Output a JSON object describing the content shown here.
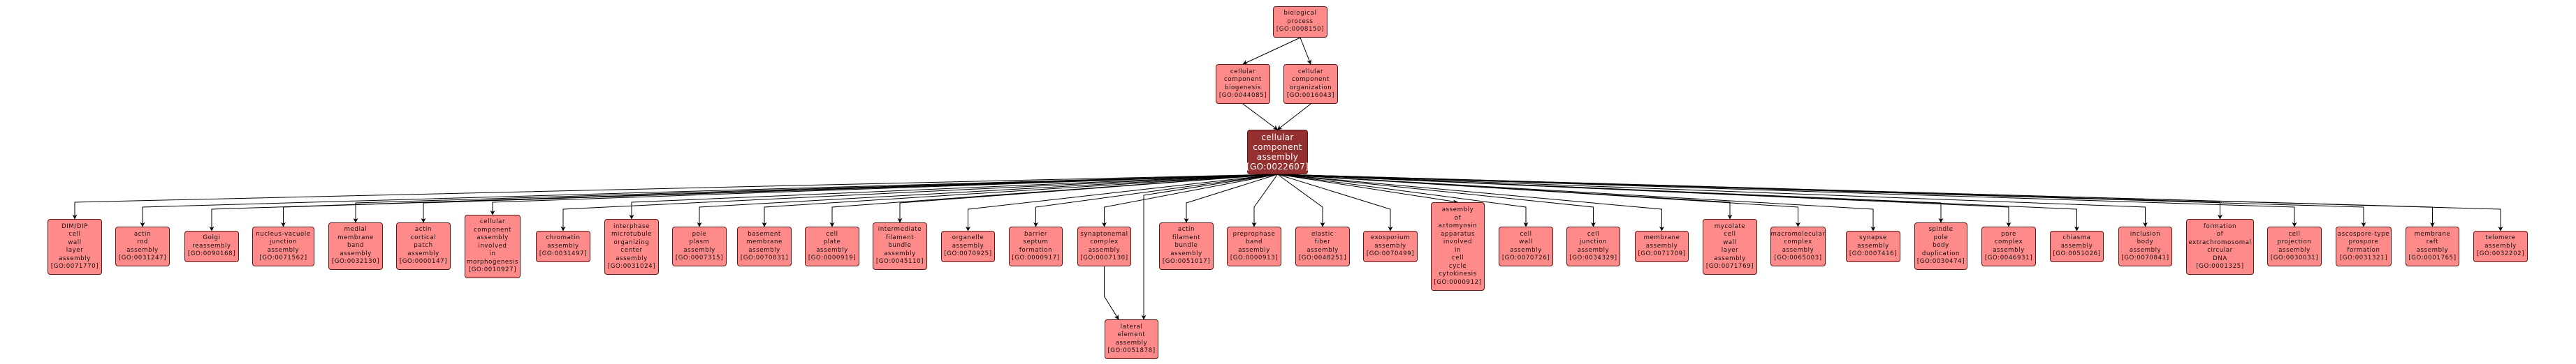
{
  "diagram": {
    "type": "GO term ancestor/descendant graph",
    "colors": {
      "node_fill": "#ff8a8a",
      "focus_fill": "#953030",
      "border": "#5a1a1a",
      "edge": "#000000"
    },
    "nodes": [
      {
        "id": "GO:0008150",
        "label": [
          "biological",
          "process"
        ],
        "focus": false
      },
      {
        "id": "GO:0044085",
        "label": [
          "cellular",
          "component",
          "biogenesis"
        ],
        "focus": false
      },
      {
        "id": "GO:0016043",
        "label": [
          "cellular",
          "component",
          "organization"
        ],
        "focus": false
      },
      {
        "id": "GO:0022607",
        "label": [
          "cellular",
          "component",
          "assembly"
        ],
        "focus": true
      },
      {
        "id": "GO:0071770",
        "label": [
          "DIM/DIP",
          "cell",
          "wall",
          "layer",
          "assembly"
        ]
      },
      {
        "id": "GO:0031247",
        "label": [
          "actin",
          "rod",
          "assembly"
        ]
      },
      {
        "id": "GO:0090168",
        "label": [
          "Golgi",
          "reassembly"
        ]
      },
      {
        "id": "GO:0071562",
        "label": [
          "nucleus-vacuole",
          "junction",
          "assembly"
        ]
      },
      {
        "id": "GO:0032130",
        "label": [
          "medial",
          "membrane",
          "band",
          "assembly"
        ]
      },
      {
        "id": "GO:0000147",
        "label": [
          "actin",
          "cortical",
          "patch",
          "assembly"
        ]
      },
      {
        "id": "GO:0010927",
        "label": [
          "cellular",
          "component",
          "assembly",
          "involved",
          "in",
          "morphogenesis"
        ]
      },
      {
        "id": "GO:0031497",
        "label": [
          "chromatin",
          "assembly"
        ]
      },
      {
        "id": "GO:0031024",
        "label": [
          "interphase",
          "microtubule",
          "organizing",
          "center",
          "assembly"
        ]
      },
      {
        "id": "GO:0007315",
        "label": [
          "pole",
          "plasm",
          "assembly"
        ]
      },
      {
        "id": "GO:0070831",
        "label": [
          "basement",
          "membrane",
          "assembly"
        ]
      },
      {
        "id": "GO:0000919",
        "label": [
          "cell",
          "plate",
          "assembly"
        ]
      },
      {
        "id": "GO:0045110",
        "label": [
          "intermediate",
          "filament",
          "bundle",
          "assembly"
        ]
      },
      {
        "id": "GO:0070925",
        "label": [
          "organelle",
          "assembly"
        ]
      },
      {
        "id": "GO:0000917",
        "label": [
          "barrier",
          "septum",
          "formation"
        ]
      },
      {
        "id": "GO:0007130",
        "label": [
          "synaptonemal",
          "complex",
          "assembly"
        ]
      },
      {
        "id": "GO:0051878",
        "label": [
          "lateral",
          "element",
          "assembly"
        ]
      },
      {
        "id": "GO:0051017",
        "label": [
          "actin",
          "filament",
          "bundle",
          "assembly"
        ]
      },
      {
        "id": "GO:0000913",
        "label": [
          "preprophase",
          "band",
          "assembly"
        ]
      },
      {
        "id": "GO:0048251",
        "label": [
          "elastic",
          "fiber",
          "assembly"
        ]
      },
      {
        "id": "GO:0070499",
        "label": [
          "exosporium",
          "assembly"
        ]
      },
      {
        "id": "GO:0000912",
        "label": [
          "assembly",
          "of",
          "actomyosin",
          "apparatus",
          "involved",
          "in",
          "cell",
          "cycle",
          "cytokinesis"
        ]
      },
      {
        "id": "GO:0070726",
        "label": [
          "cell",
          "wall",
          "assembly"
        ]
      },
      {
        "id": "GO:0034329",
        "label": [
          "cell",
          "junction",
          "assembly"
        ]
      },
      {
        "id": "GO:0071709",
        "label": [
          "membrane",
          "assembly"
        ]
      },
      {
        "id": "GO:0071769",
        "label": [
          "mycolate",
          "cell",
          "wall",
          "layer",
          "assembly"
        ]
      },
      {
        "id": "GO:0065003",
        "label": [
          "macromolecular",
          "complex",
          "assembly"
        ]
      },
      {
        "id": "GO:0007416",
        "label": [
          "synapse",
          "assembly"
        ]
      },
      {
        "id": "GO:0030474",
        "label": [
          "spindle",
          "pole",
          "body",
          "duplication"
        ]
      },
      {
        "id": "GO:0046931",
        "label": [
          "pore",
          "complex",
          "assembly"
        ]
      },
      {
        "id": "GO:0051026",
        "label": [
          "chiasma",
          "assembly"
        ]
      },
      {
        "id": "GO:0070841",
        "label": [
          "inclusion",
          "body",
          "assembly"
        ]
      },
      {
        "id": "GO:0001325",
        "label": [
          "formation",
          "of",
          "extrachromosomal",
          "circular",
          "DNA"
        ]
      },
      {
        "id": "GO:0030031",
        "label": [
          "cell",
          "projection",
          "assembly"
        ]
      },
      {
        "id": "GO:0031321",
        "label": [
          "ascospore-type",
          "prospore",
          "formation"
        ]
      },
      {
        "id": "GO:0001765",
        "label": [
          "membrane",
          "raft",
          "assembly"
        ]
      },
      {
        "id": "GO:0032202",
        "label": [
          "telomere",
          "assembly"
        ]
      }
    ],
    "edges": [
      [
        "GO:0008150",
        "GO:0044085"
      ],
      [
        "GO:0008150",
        "GO:0016043"
      ],
      [
        "GO:0044085",
        "GO:0022607"
      ],
      [
        "GO:0016043",
        "GO:0022607"
      ],
      [
        "GO:0022607",
        "GO:0071770"
      ],
      [
        "GO:0022607",
        "GO:0031247"
      ],
      [
        "GO:0022607",
        "GO:0090168"
      ],
      [
        "GO:0022607",
        "GO:0071562"
      ],
      [
        "GO:0022607",
        "GO:0032130"
      ],
      [
        "GO:0022607",
        "GO:0000147"
      ],
      [
        "GO:0022607",
        "GO:0010927"
      ],
      [
        "GO:0022607",
        "GO:0031497"
      ],
      [
        "GO:0022607",
        "GO:0031024"
      ],
      [
        "GO:0022607",
        "GO:0007315"
      ],
      [
        "GO:0022607",
        "GO:0070831"
      ],
      [
        "GO:0022607",
        "GO:0000919"
      ],
      [
        "GO:0022607",
        "GO:0045110"
      ],
      [
        "GO:0022607",
        "GO:0070925"
      ],
      [
        "GO:0022607",
        "GO:0000917"
      ],
      [
        "GO:0022607",
        "GO:0007130"
      ],
      [
        "GO:0022607",
        "GO:0051878"
      ],
      [
        "GO:0007130",
        "GO:0051878"
      ],
      [
        "GO:0022607",
        "GO:0051017"
      ],
      [
        "GO:0022607",
        "GO:0000913"
      ],
      [
        "GO:0022607",
        "GO:0048251"
      ],
      [
        "GO:0022607",
        "GO:0070499"
      ],
      [
        "GO:0022607",
        "GO:0000912"
      ],
      [
        "GO:0022607",
        "GO:0070726"
      ],
      [
        "GO:0022607",
        "GO:0034329"
      ],
      [
        "GO:0022607",
        "GO:0071709"
      ],
      [
        "GO:0022607",
        "GO:0071769"
      ],
      [
        "GO:0022607",
        "GO:0065003"
      ],
      [
        "GO:0022607",
        "GO:0007416"
      ],
      [
        "GO:0022607",
        "GO:0030474"
      ],
      [
        "GO:0022607",
        "GO:0046931"
      ],
      [
        "GO:0022607",
        "GO:0051026"
      ],
      [
        "GO:0022607",
        "GO:0070841"
      ],
      [
        "GO:0022607",
        "GO:0001325"
      ],
      [
        "GO:0022607",
        "GO:0030031"
      ],
      [
        "GO:0022607",
        "GO:0031321"
      ],
      [
        "GO:0022607",
        "GO:0001765"
      ],
      [
        "GO:0022607",
        "GO:0032202"
      ]
    ]
  }
}
